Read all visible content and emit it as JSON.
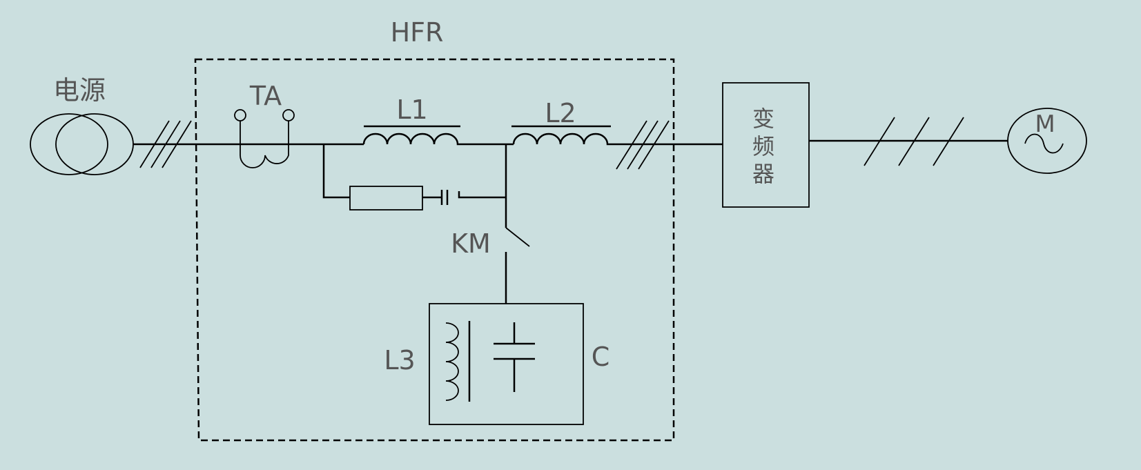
{
  "colors": {
    "background": "#cbdfdf",
    "line": "#000000",
    "label": "#555555"
  },
  "labels": {
    "hfr": "HFR",
    "source": "电源",
    "ta": "TA",
    "l1": "L1",
    "l2": "L2",
    "km": "KM",
    "l3": "L3",
    "c": "C",
    "vfd_1": "变",
    "vfd_2": "频",
    "vfd_3": "器",
    "motor": "M"
  },
  "icons": {
    "source": "transformer-icon",
    "motor": "motor-icon"
  }
}
